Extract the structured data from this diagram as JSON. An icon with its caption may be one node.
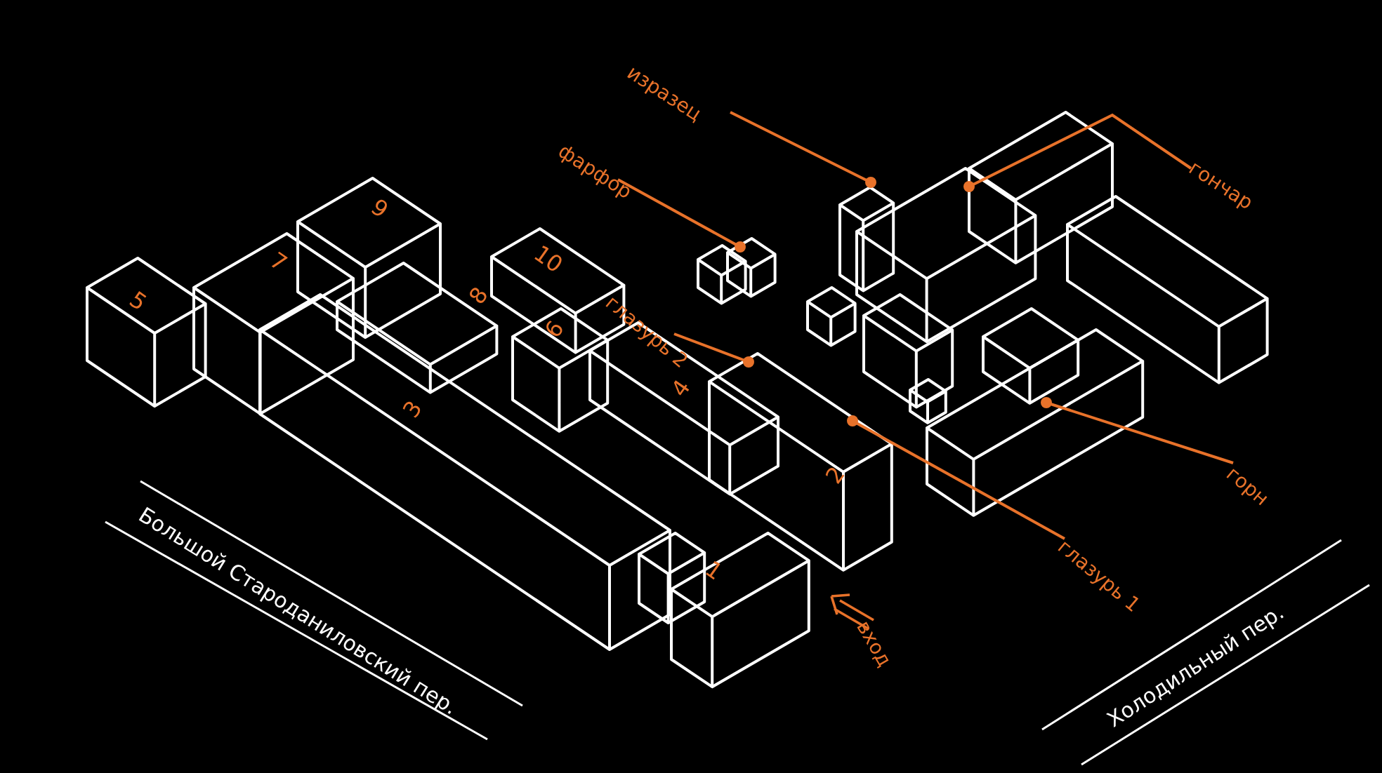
{
  "diagram": {
    "nodes": [
      {
        "text": [
          "изразец"
        ]
      },
      {
        "text": [
          "фарфор"
        ]
      },
      {
        "text": [
          "гончар"
        ]
      },
      {
        "text": [
          "глазурь 2"
        ]
      },
      {
        "text": [
          "горн"
        ]
      },
      {
        "text": [
          "глазурь 1"
        ]
      }
    ],
    "edges": [
      {
        "from": 0,
        "to": null,
        "arrow": "other"
      },
      {
        "from": 1,
        "to": null,
        "arrow": "other"
      },
      {
        "from": 2,
        "to": null,
        "arrow": "other"
      },
      {
        "from": 3,
        "to": null,
        "arrow": "other"
      },
      {
        "from": 4,
        "to": null,
        "arrow": "other"
      },
      {
        "from": 5,
        "to": null,
        "arrow": "other"
      }
    ],
    "labels": [
      "5",
      "7",
      "9",
      "10",
      "8",
      "6",
      "3",
      "4",
      "2",
      "1",
      "вход",
      "Большой Староданиловский пер.",
      "Холодильный пер."
    ]
  }
}
